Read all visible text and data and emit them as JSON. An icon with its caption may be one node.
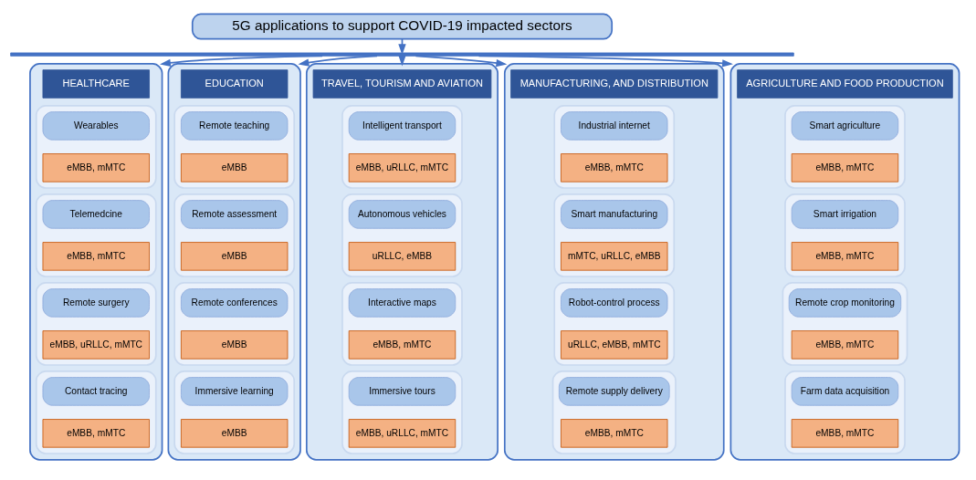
{
  "diagram": {
    "nodes": [
      {
        "text": [
          "5G applications to support COVID-19 impacted sectors"
        ]
      },
      {
        "text": [],
        "shape": "bar"
      },
      {
        "text": [],
        "shape": "box"
      },
      {
        "text": [
          "HEALTHCARE"
        ],
        "in": 2
      },
      {
        "text": [],
        "shape": "box",
        "in": 2
      },
      {
        "text": [
          "Wearables"
        ],
        "in": 4
      },
      {
        "text": [
          "eMBB, mMTC"
        ],
        "in": 4
      },
      {
        "text": [],
        "shape": "box",
        "in": 2
      },
      {
        "text": [
          "Telemedcine"
        ],
        "in": 7
      },
      {
        "text": [
          "eMBB, mMTC"
        ],
        "in": 7
      },
      {
        "text": [],
        "shape": "box",
        "in": 2
      },
      {
        "text": [
          "Remote surgery"
        ],
        "in": 10
      },
      {
        "text": [
          "eMBB, uRLLC, mMTC"
        ],
        "in": 10
      },
      {
        "text": [],
        "shape": "box",
        "in": 2
      },
      {
        "text": [
          "Contact tracing"
        ],
        "in": 13
      },
      {
        "text": [
          "eMBB, mMTC"
        ],
        "in": 13
      },
      {
        "text": [],
        "shape": "box"
      },
      {
        "text": [
          "EDUCATION"
        ],
        "in": 16
      },
      {
        "text": [],
        "shape": "box",
        "in": 16
      },
      {
        "text": [
          "Remote teaching"
        ],
        "in": 18
      },
      {
        "text": [
          "eMBB"
        ],
        "in": 18
      },
      {
        "text": [],
        "shape": "box",
        "in": 16
      },
      {
        "text": [
          "Remote assessment"
        ],
        "in": 21
      },
      {
        "text": [
          "eMBB"
        ],
        "in": 21
      },
      {
        "text": [],
        "shape": "box",
        "in": 16
      },
      {
        "text": [
          "Remote conferences"
        ],
        "in": 24
      },
      {
        "text": [
          "eMBB"
        ],
        "in": 24
      },
      {
        "text": [],
        "shape": "box",
        "in": 16
      },
      {
        "text": [
          "Immersive learning"
        ],
        "in": 27
      },
      {
        "text": [
          "eMBB"
        ],
        "in": 27
      },
      {
        "text": [],
        "shape": "box"
      },
      {
        "text": [
          "TRAVEL, TOURISM AND AVIATION"
        ],
        "in": 30
      },
      {
        "text": [],
        "shape": "box",
        "in": 30
      },
      {
        "text": [
          "Intelligent transport"
        ],
        "in": 32
      },
      {
        "text": [
          "eMBB, uRLLC, mMTC"
        ],
        "in": 32
      },
      {
        "text": [],
        "shape": "box",
        "in": 30
      },
      {
        "text": [
          "Autonomous vehicles"
        ],
        "in": 35
      },
      {
        "text": [
          "uRLLC, eMBB"
        ],
        "in": 35
      },
      {
        "text": [],
        "shape": "box",
        "in": 30
      },
      {
        "text": [
          "Interactive maps"
        ],
        "in": 38
      },
      {
        "text": [
          "eMBB, mMTC"
        ],
        "in": 38
      },
      {
        "text": [],
        "shape": "box",
        "in": 30
      },
      {
        "text": [
          "Immersive tours"
        ],
        "in": 41
      },
      {
        "text": [
          "eMBB, uRLLC, mMTC"
        ],
        "in": 41
      },
      {
        "text": [],
        "shape": "box"
      },
      {
        "text": [
          "MANUFACTURING, AND DISTRIBUTION"
        ],
        "in": 44
      },
      {
        "text": [],
        "shape": "box",
        "in": 44
      },
      {
        "text": [
          "Industrial internet"
        ],
        "in": 46
      },
      {
        "text": [
          "eMBB, mMTC"
        ],
        "in": 46
      },
      {
        "text": [],
        "shape": "box",
        "in": 44
      },
      {
        "text": [
          "Smart manufacturing"
        ],
        "in": 49
      },
      {
        "text": [
          "mMTC, uRLLC, eMBB"
        ],
        "in": 49
      },
      {
        "text": [],
        "shape": "box",
        "in": 44
      },
      {
        "text": [
          "Robot-control process"
        ],
        "in": 52
      },
      {
        "text": [
          "uRLLC, eMBB, mMTC"
        ],
        "in": 52
      },
      {
        "text": [],
        "shape": "box",
        "in": 44
      },
      {
        "text": [
          "Remote supply delivery"
        ],
        "in": 55
      },
      {
        "text": [
          "eMBB, mMTC"
        ],
        "in": 55
      },
      {
        "text": [],
        "shape": "box"
      },
      {
        "text": [
          "AGRICULTURE AND FOOD PRODUCTION"
        ],
        "in": 58
      },
      {
        "text": [],
        "shape": "box",
        "in": 58
      },
      {
        "text": [
          "Smart agriculture"
        ],
        "in": 60
      },
      {
        "text": [
          "eMBB, mMTC"
        ],
        "in": 60
      },
      {
        "text": [],
        "shape": "box",
        "in": 58
      },
      {
        "text": [
          "Smart irrigation"
        ],
        "in": 63
      },
      {
        "text": [
          "eMBB, mMTC"
        ],
        "in": 63
      },
      {
        "text": [],
        "shape": "box",
        "in": 58
      },
      {
        "text": [
          "Remote crop monitoring"
        ],
        "in": 66
      },
      {
        "text": [
          "eMBB, mMTC"
        ],
        "in": 66
      },
      {
        "text": [],
        "shape": "box",
        "in": 58
      },
      {
        "text": [
          "Farm data acquisition"
        ],
        "in": 69
      },
      {
        "text": [
          "eMBB, mMTC"
        ],
        "in": 69
      }
    ],
    "edges": [
      {
        "from": 0,
        "to": 1,
        "arrow": "to"
      },
      {
        "from": 1,
        "to": 2,
        "arrow": "to"
      },
      {
        "from": 1,
        "to": 16,
        "arrow": "to"
      },
      {
        "from": 1,
        "to": 30,
        "arrow": "to"
      },
      {
        "from": 1,
        "to": 44,
        "arrow": "to"
      },
      {
        "from": 1,
        "to": 58,
        "arrow": "to"
      }
    ]
  }
}
